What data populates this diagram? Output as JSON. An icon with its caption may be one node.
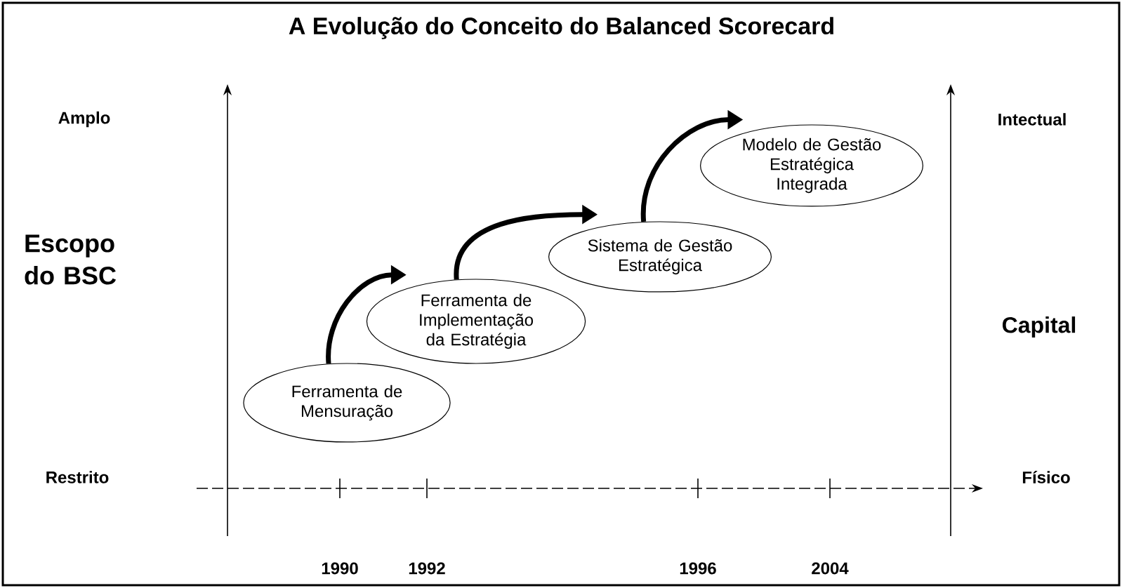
{
  "diagram": {
    "title": "A Evolução do Conceito do Balanced Scorecard",
    "nodes": [
      {
        "text": [
          "Ferramenta de Mensuração"
        ]
      },
      {
        "text": [
          "Ferramenta de Implementação da Estratégia"
        ]
      },
      {
        "text": [
          "Sistema de Gestão Estratégica"
        ]
      },
      {
        "text": [
          "Modelo de Gestão Estratégica Integrada"
        ]
      }
    ],
    "edges": [
      {
        "from": 0,
        "to": 1,
        "arrow": "to"
      },
      {
        "from": 1,
        "to": 2,
        "arrow": "to"
      },
      {
        "from": 2,
        "to": 3,
        "arrow": "to"
      }
    ],
    "labels": [
      "Amplo",
      "Intectual",
      "Escopo do BSC",
      "Capital",
      "Restrito",
      "Físico",
      "1990",
      "1992",
      "1996",
      "2004"
    ]
  }
}
